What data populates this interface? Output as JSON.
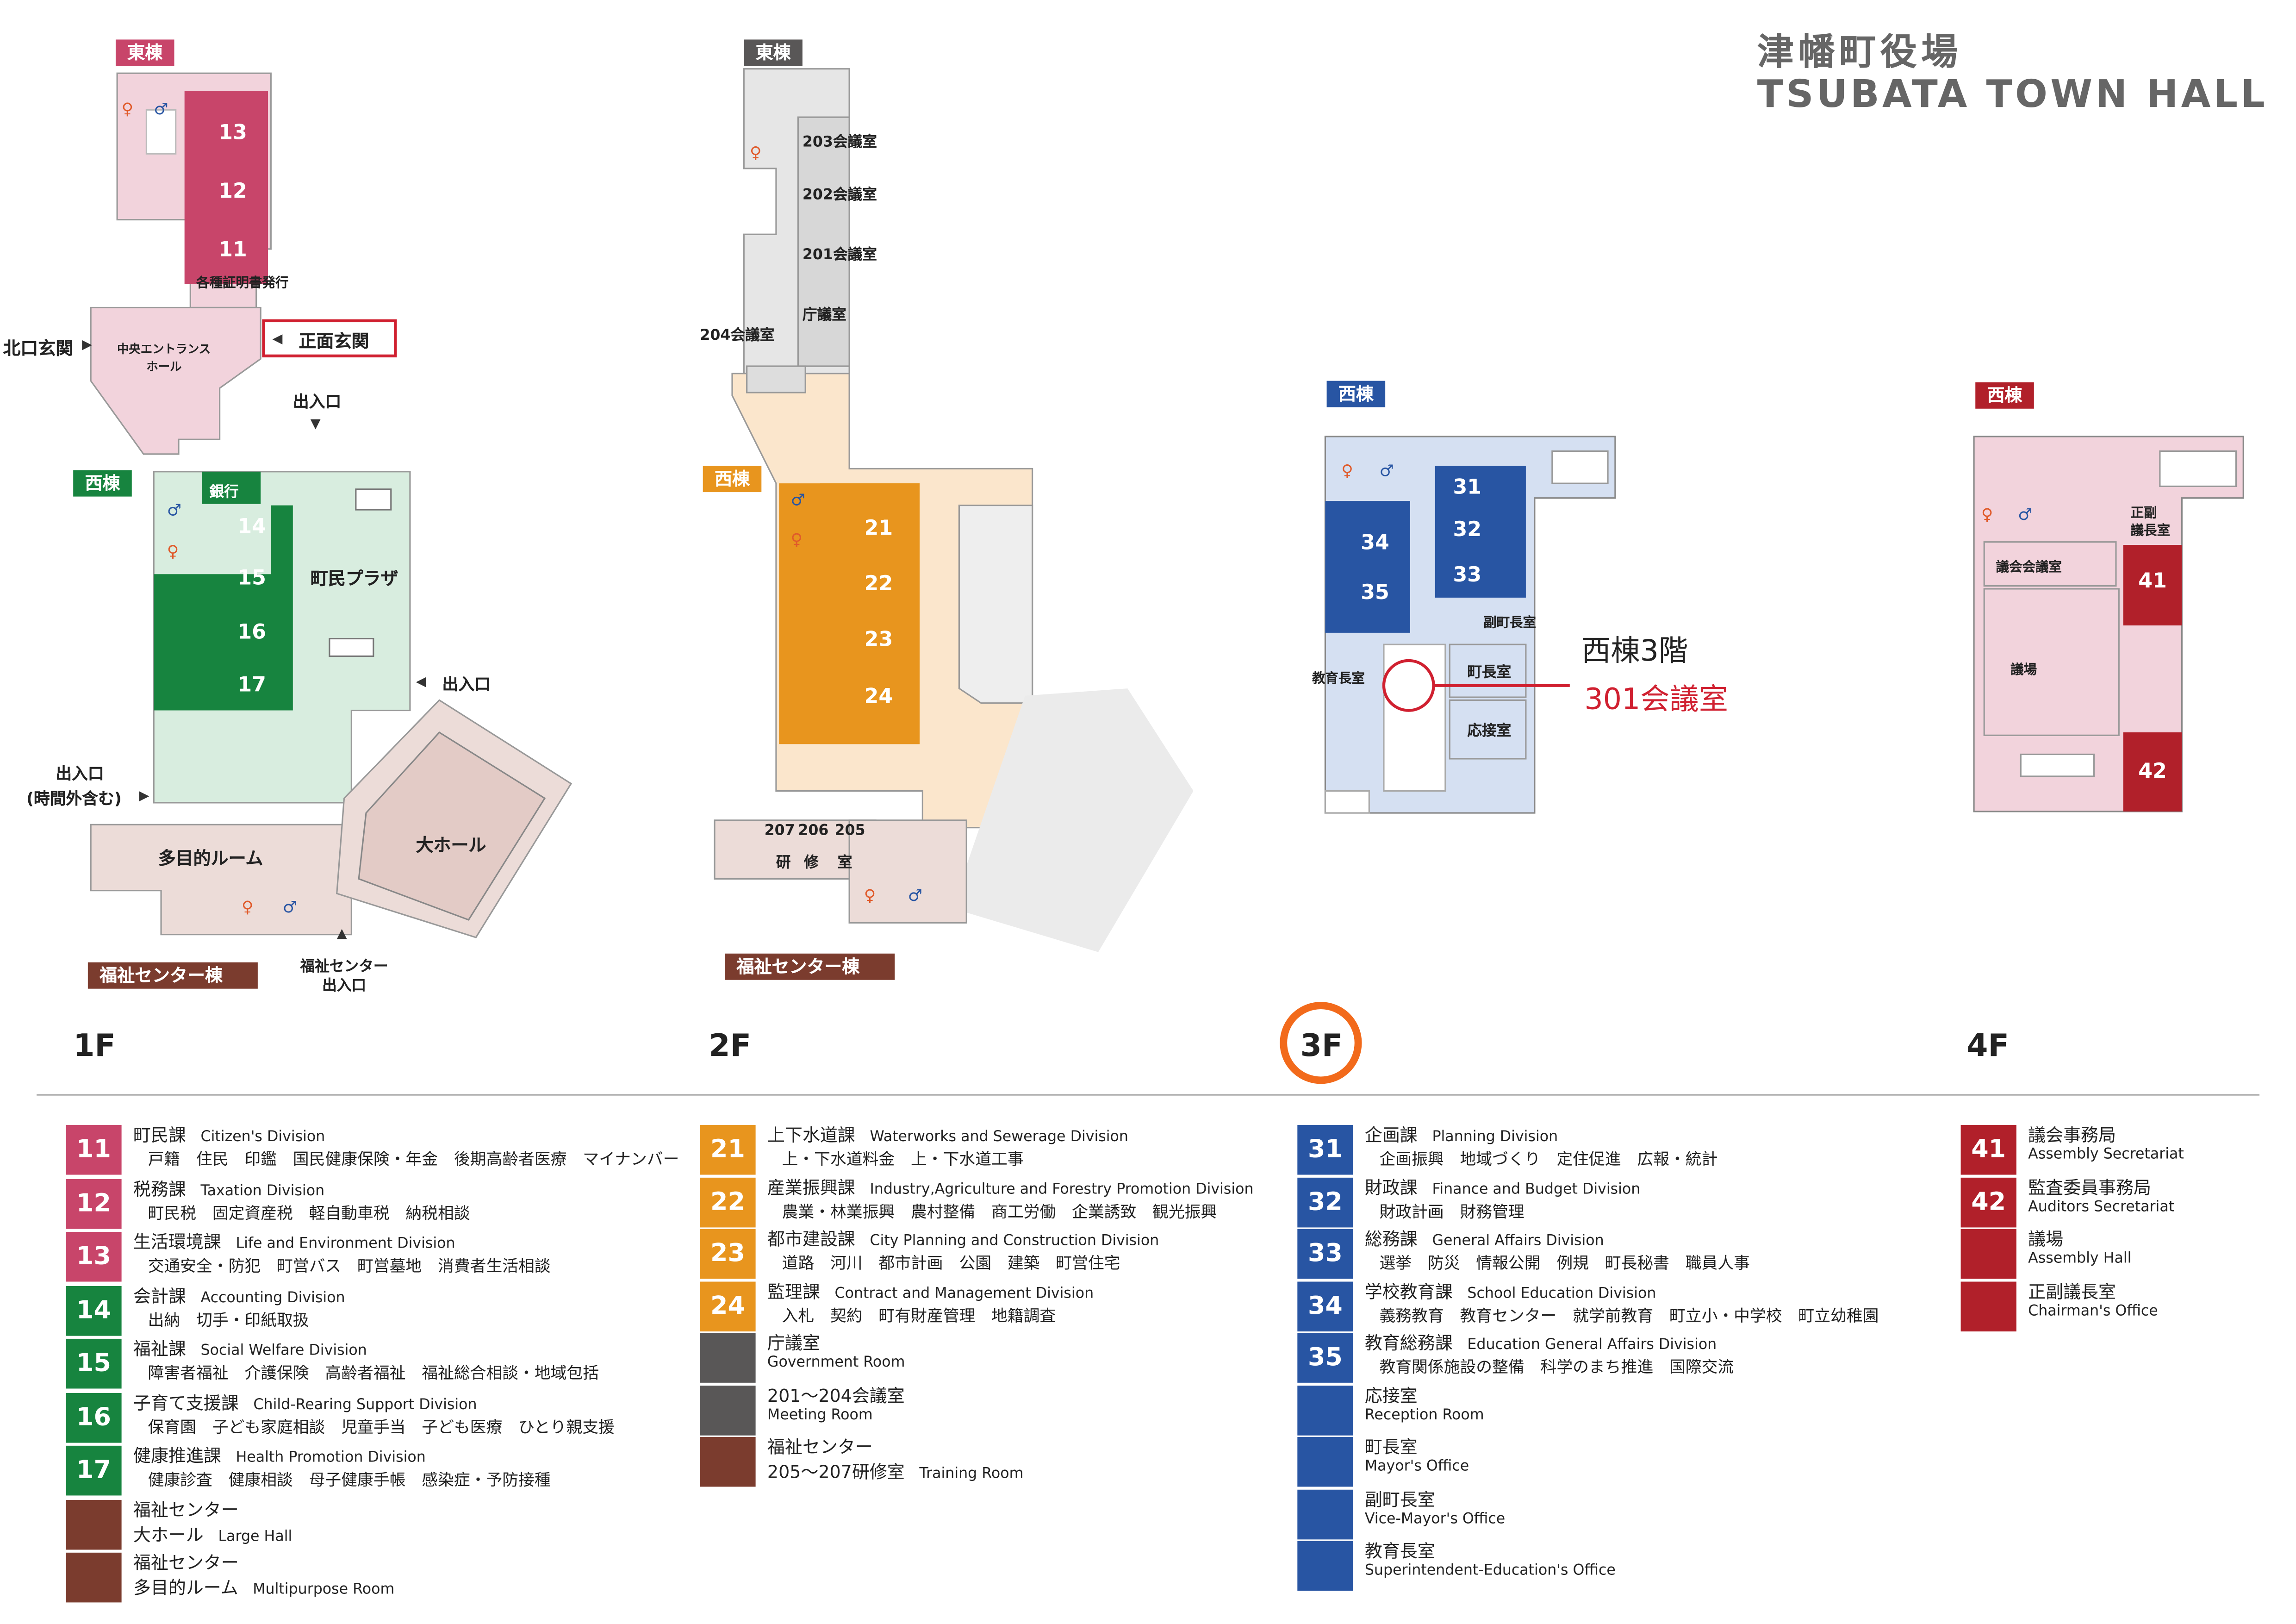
{
  "header": {
    "title_jp": "津幡町役場",
    "title_en": "TSUBATA TOWN HALL"
  },
  "colors": {
    "east_pink": "#c8456a",
    "west_green": "#17843f",
    "west_orange": "#e8951e",
    "west_blue": "#2855a3",
    "west_red": "#b1202a",
    "welfare_brown": "#7b3c2e",
    "gray": "#595757",
    "ring": "#f26a1b"
  },
  "floors": {
    "f1": {
      "label": "1F",
      "wing_east": "東棟",
      "wing_west": "西棟",
      "wing_welfare": "福祉センター棟",
      "rooms": [
        "13",
        "12",
        "11",
        "14",
        "15",
        "16",
        "17"
      ],
      "certificate": "各種証明書発行",
      "north_entrance": "北口玄関",
      "main_entrance": "正面玄関",
      "central_hall_1": "中央エントランス",
      "central_hall_2": "ホール",
      "entrance": "出入口",
      "entrance_east": "出入口",
      "entrance_after_hours_1": "出入口",
      "entrance_after_hours_2": "(時間外含む)",
      "bank": "銀行",
      "plaza": "町民プラザ",
      "multipurpose": "多目的ルーム",
      "large_hall": "大ホール",
      "welfare_entrance_1": "福祉センター",
      "welfare_entrance_2": "出入口"
    },
    "f2": {
      "label": "2F",
      "wing_east": "東棟",
      "wing_west": "西棟",
      "wing_welfare": "福祉センター棟",
      "meeting_203": "203会議室",
      "meeting_202": "202会議室",
      "meeting_201": "201会議室",
      "government_room": "庁議室",
      "meeting_204": "204会議室",
      "rooms": [
        "21",
        "22",
        "23",
        "24"
      ],
      "training": [
        "207",
        "206",
        "205"
      ],
      "training_label_1": "研",
      "training_label_2": "修",
      "training_label_3": "室"
    },
    "f3": {
      "label": "3F",
      "wing_west": "西棟",
      "rooms": [
        "31",
        "32",
        "33",
        "34",
        "35"
      ],
      "vice_mayor": "副町長室",
      "education_chief": "教育長室",
      "mayor": "町長室",
      "reception": "応接室",
      "callout_title": "西棟3階",
      "callout_room": "301会議室"
    },
    "f4": {
      "label": "4F",
      "wing_west": "西棟",
      "chairman": "正副\n議長室",
      "chairman_1": "正副",
      "chairman_2": "議長室",
      "council_meeting": "議会会議室",
      "assembly_hall": "議場",
      "rooms": [
        "41",
        "42"
      ]
    }
  },
  "legend": {
    "col1": [
      {
        "num": "11",
        "color": "#c8456a",
        "name": "町民課",
        "en": "Citizen's Division",
        "sub": "戸籍　住民　印鑑　国民健康保険・年金　後期高齢者医療　マイナンバー"
      },
      {
        "num": "12",
        "color": "#c8456a",
        "name": "税務課",
        "en": "Taxation Division",
        "sub": "町民税　固定資産税　軽自動車税　納税相談"
      },
      {
        "num": "13",
        "color": "#c8456a",
        "name": "生活環境課",
        "en": "Life and Environment Division",
        "sub": "交通安全・防犯　町営バス　町営墓地　消費者生活相談"
      },
      {
        "num": "14",
        "color": "#17843f",
        "name": "会計課",
        "en": "Accounting Division",
        "sub": "出納　切手・印紙取扱"
      },
      {
        "num": "15",
        "color": "#17843f",
        "name": "福祉課",
        "en": "Social Welfare Division",
        "sub": "障害者福祉　介護保険　高齢者福祉　福祉総合相談・地域包括"
      },
      {
        "num": "16",
        "color": "#17843f",
        "name": "子育て支援課",
        "en": "Child-Rearing Support Division",
        "sub": "保育園　子ども家庭相談　児童手当　子ども医療　ひとり親支援"
      },
      {
        "num": "17",
        "color": "#17843f",
        "name": "健康推進課",
        "en": "Health Promotion Division",
        "sub": "健康診査　健康相談　母子健康手帳　感染症・予防接種"
      },
      {
        "num": "",
        "color": "#7b3c2e",
        "name": "福祉センター",
        "en": "",
        "sub": "大ホール",
        "sub_en": "Large Hall"
      },
      {
        "num": "",
        "color": "#7b3c2e",
        "name": "福祉センター",
        "en": "",
        "sub": "多目的ルーム",
        "sub_en": "Multipurpose Room"
      }
    ],
    "col2": [
      {
        "num": "21",
        "color": "#e8951e",
        "name": "上下水道課",
        "en": "Waterworks and Sewerage Division",
        "sub": "上・下水道料金　上・下水道工事"
      },
      {
        "num": "22",
        "color": "#e8951e",
        "name": "産業振興課",
        "en": "Industry,Agriculture and Forestry Promotion Division",
        "sub": "農業・林業振興　農村整備　商工労働　企業誘致　観光振興"
      },
      {
        "num": "23",
        "color": "#e8951e",
        "name": "都市建設課",
        "en": "City Planning and Construction Division",
        "sub": "道路　河川　都市計画　公園　建築　町営住宅"
      },
      {
        "num": "24",
        "color": "#e8951e",
        "name": "監理課",
        "en": "Contract and Management Division",
        "sub": "入札　契約　町有財産管理　地籍調査"
      },
      {
        "num": "",
        "color": "#595757",
        "name": "庁議室",
        "en": "",
        "sub": "Government Room"
      },
      {
        "num": "",
        "color": "#595757",
        "name": "201～204会議室",
        "en": "",
        "sub": "Meeting Room"
      },
      {
        "num": "",
        "color": "#7b3c2e",
        "name": "福祉センター",
        "en": "",
        "sub": "205～207研修室",
        "sub_en": "Training Room"
      }
    ],
    "col3": [
      {
        "num": "31",
        "color": "#2855a3",
        "name": "企画課",
        "en": "Planning Division",
        "sub": "企画振興　地域づくり　定住促進　広報・統計"
      },
      {
        "num": "32",
        "color": "#2855a3",
        "name": "財政課",
        "en": "Finance and Budget Division",
        "sub": "財政計画　財務管理"
      },
      {
        "num": "33",
        "color": "#2855a3",
        "name": "総務課",
        "en": "General Affairs Division",
        "sub": "選挙　防災　情報公開　例規　町長秘書　職員人事"
      },
      {
        "num": "34",
        "color": "#2855a3",
        "name": "学校教育課",
        "en": "School Education Division",
        "sub": "義務教育　教育センター　就学前教育　町立小・中学校　町立幼稚園"
      },
      {
        "num": "35",
        "color": "#2855a3",
        "name": "教育総務課",
        "en": "Education General Affairs Division",
        "sub": "教育関係施設の整備　科学のまち推進　国際交流"
      },
      {
        "num": "",
        "color": "#2855a3",
        "name": "応接室",
        "en": "",
        "sub": "Reception Room"
      },
      {
        "num": "",
        "color": "#2855a3",
        "name": "町長室",
        "en": "",
        "sub": "Mayor's Office"
      },
      {
        "num": "",
        "color": "#2855a3",
        "name": "副町長室",
        "en": "",
        "sub": "Vice-Mayor's Office"
      },
      {
        "num": "",
        "color": "#2855a3",
        "name": "教育長室",
        "en": "",
        "sub": "Superintendent-Education's Office"
      }
    ],
    "col4": [
      {
        "num": "41",
        "color": "#b1202a",
        "name": "議会事務局",
        "en": "",
        "sub": "Assembly Secretariat"
      },
      {
        "num": "42",
        "color": "#b1202a",
        "name": "監査委員事務局",
        "en": "",
        "sub": "Auditors Secretariat"
      },
      {
        "num": "",
        "color": "#b1202a",
        "name": "議場",
        "en": "",
        "sub": "Assembly Hall"
      },
      {
        "num": "",
        "color": "#b1202a",
        "name": "正副議長室",
        "en": "",
        "sub": "Chairman's Office"
      }
    ]
  }
}
